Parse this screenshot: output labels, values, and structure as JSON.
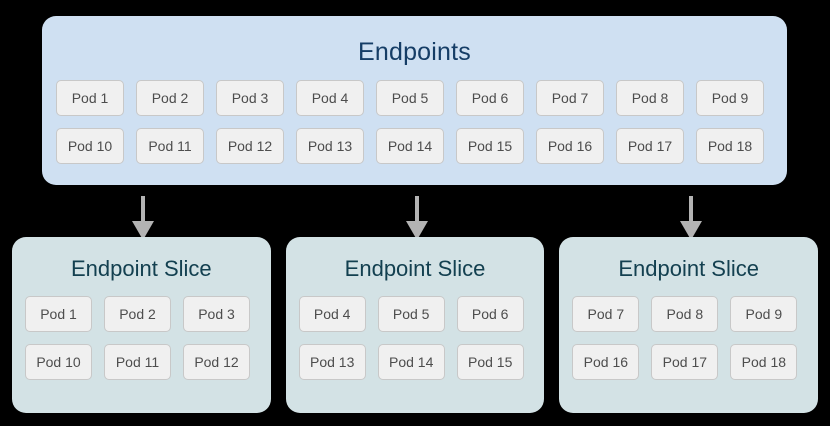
{
  "colors": {
    "page_background": "#000000",
    "endpoints_panel": "#cfe0f2",
    "endpoints_title": "#153d66",
    "slice_panel": "#d3e2e5",
    "slice_title": "#134050",
    "pod_fill": "#f0f0f0",
    "pod_border": "#c8c8c8",
    "pod_text": "#4d4d4d",
    "arrow": "#b3b3b3"
  },
  "endpoints": {
    "title": "Endpoints",
    "rows": [
      [
        "Pod 1",
        "Pod 2",
        "Pod 3",
        "Pod 4",
        "Pod 5",
        "Pod 6",
        "Pod 7",
        "Pod 8",
        "Pod 9"
      ],
      [
        "Pod 10",
        "Pod 11",
        "Pod 12",
        "Pod 13",
        "Pod 14",
        "Pod 15",
        "Pod 16",
        "Pod 17",
        "Pod 18"
      ]
    ]
  },
  "arrows": [
    {
      "name": "arrow-to-slice-1"
    },
    {
      "name": "arrow-to-slice-2"
    },
    {
      "name": "arrow-to-slice-3"
    }
  ],
  "slices": [
    {
      "title": "Endpoint Slice",
      "rows": [
        [
          "Pod 1",
          "Pod 2",
          "Pod 3"
        ],
        [
          "Pod 10",
          "Pod 11",
          "Pod 12"
        ]
      ]
    },
    {
      "title": "Endpoint Slice",
      "rows": [
        [
          "Pod 4",
          "Pod 5",
          "Pod 6"
        ],
        [
          "Pod 13",
          "Pod 14",
          "Pod 15"
        ]
      ]
    },
    {
      "title": "Endpoint Slice",
      "rows": [
        [
          "Pod 7",
          "Pod 8",
          "Pod 9"
        ],
        [
          "Pod 16",
          "Pod 17",
          "Pod 18"
        ]
      ]
    }
  ]
}
